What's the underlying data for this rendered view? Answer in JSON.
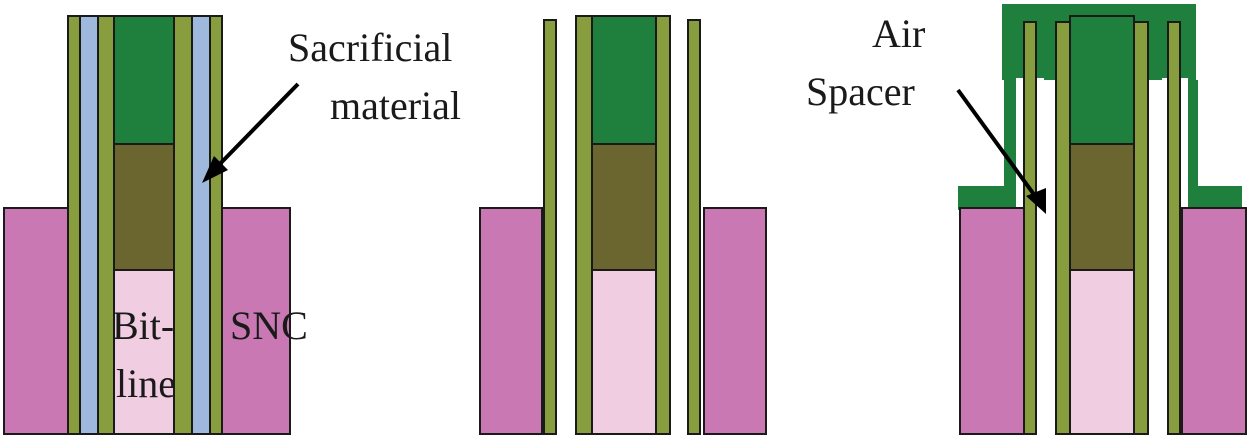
{
  "labels": {
    "sacrificial": "Sacrificial",
    "material": "material",
    "air": "Air",
    "spacer": "Spacer",
    "bit": "Bit-",
    "line": "line",
    "snc": "SNC"
  },
  "colors": {
    "snc_magenta": "#c978b4",
    "bitline_pink": "#f1cde2",
    "olive_dark": "#6b6530",
    "green_cap": "#1f7f3c",
    "olive_liner": "#889d3d",
    "sacrificial_blue": "#9fb9dc",
    "air_gap": "#ffffff",
    "outline": "#1a1a1a"
  }
}
